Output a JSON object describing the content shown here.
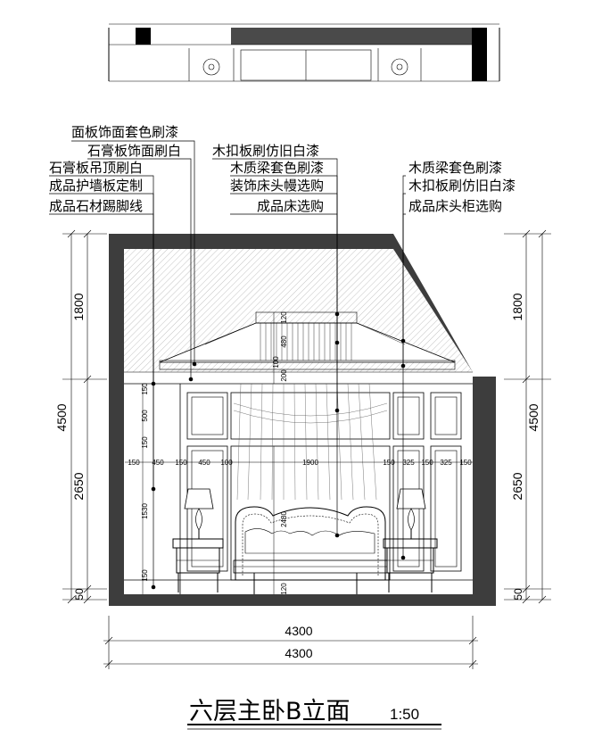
{
  "title": "六层主卧B立面",
  "scale": "1:50",
  "labels_left": [
    "面板饰面套色刷漆",
    "石膏板饰面刷白",
    "石膏板吊顶刷白",
    "成品护墙板定制",
    "成品石材踢脚线"
  ],
  "labels_center": [
    "木扣板刷仿旧白漆",
    "木质梁套色刷漆",
    "装饰床头幔选购",
    "成品床选购"
  ],
  "labels_right": [
    "木质梁套色刷漆",
    "木扣板刷仿旧白漆",
    "成品床头柜选购"
  ],
  "dims": {
    "left_outer": [
      "4500"
    ],
    "left_inner": [
      "1800",
      "2650",
      "50"
    ],
    "right_outer": [
      "4500"
    ],
    "right_inner": [
      "1800",
      "2650",
      "50"
    ],
    "bottom": [
      "4300",
      "4300"
    ],
    "horizontal_row": [
      "150",
      "450",
      "150",
      "450",
      "100",
      "1900",
      "150",
      "325",
      "150",
      "325",
      "150"
    ],
    "vertical_small": [
      "150",
      "500",
      "150",
      "1530",
      "150",
      "120",
      "480",
      "100",
      "200",
      "2480",
      "120"
    ]
  }
}
